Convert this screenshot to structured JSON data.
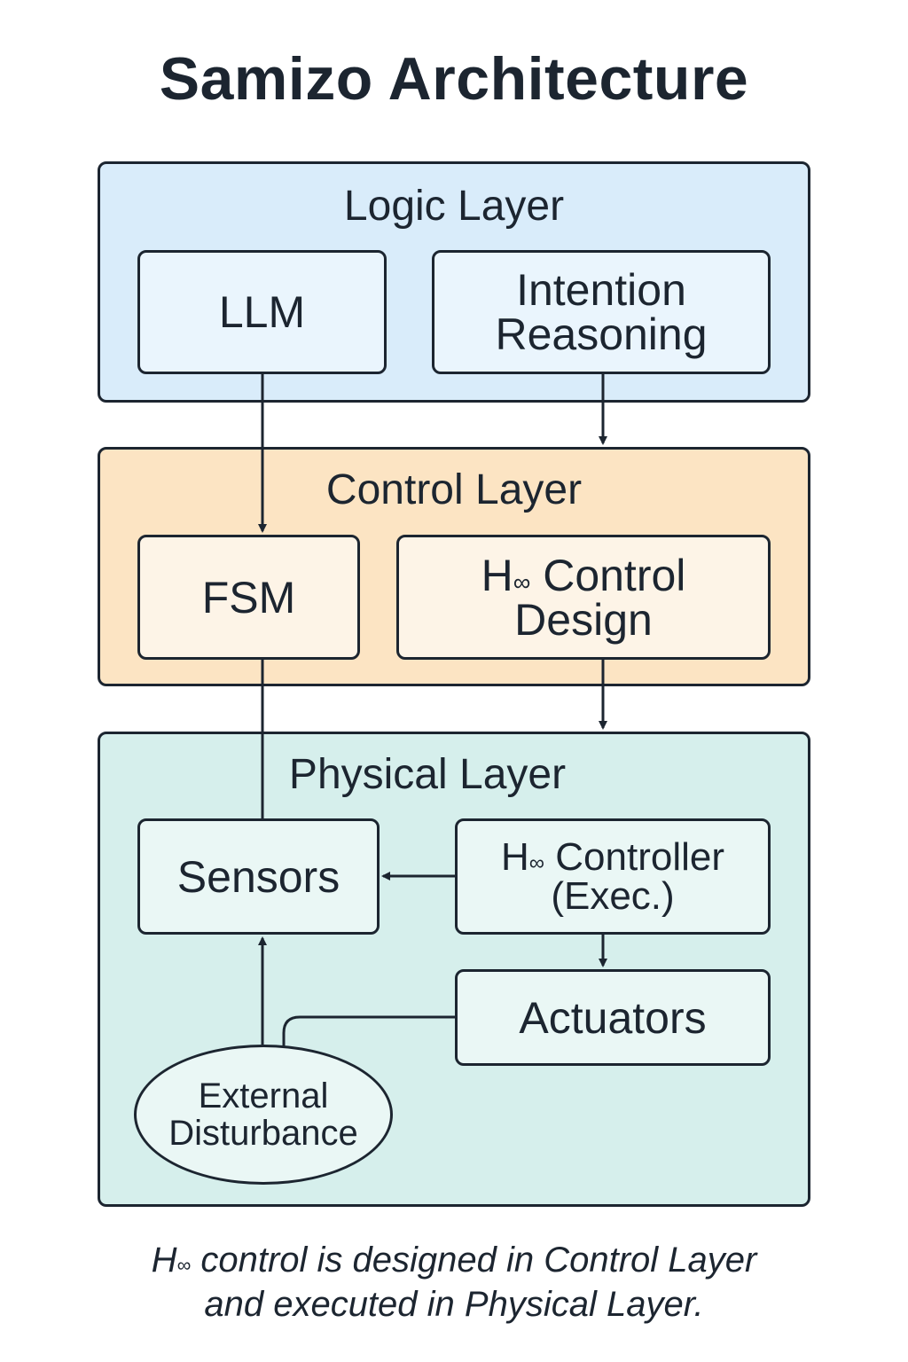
{
  "title": "Samizo Architecture",
  "layers": {
    "logic": {
      "title": "Logic Layer",
      "llm": "LLM",
      "intention_line1": "Intention",
      "intention_line2": "Reasoning"
    },
    "control": {
      "title": "Control Layer",
      "fsm": "FSM",
      "hinf_design_prefix": "H",
      "hinf_design_sub": "∞",
      "hinf_design_line1": " Control",
      "hinf_design_line2": "Design"
    },
    "physical": {
      "title": "Physical Layer",
      "sensors": "Sensors",
      "hinf_ctrl_prefix": "H",
      "hinf_ctrl_sub": "∞",
      "hinf_ctrl_line1": " Controller",
      "hinf_ctrl_line2": "(Exec.)",
      "actuators": "Actuators",
      "disturbance_line1": "External",
      "disturbance_line2": "Disturbance"
    }
  },
  "caption": {
    "prefix": "H",
    "sub": "∞",
    "line1": " control is designed in Control Layer",
    "line2": "and executed in Physical Layer."
  },
  "colors": {
    "logic_bg": "#d9ecfa",
    "control_bg": "#fce4c3",
    "physical_bg": "#d6efec",
    "stroke": "#1c2530"
  }
}
